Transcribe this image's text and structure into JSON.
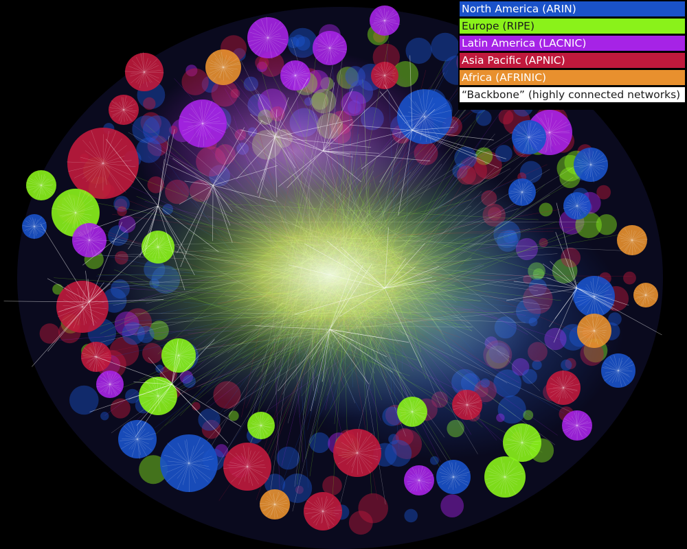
{
  "legend": {
    "items": [
      {
        "label": "North America (ARIN)",
        "color": "#1a52c9",
        "text_color": "#ffffff"
      },
      {
        "label": "Europe (RIPE)",
        "color": "#8af21a",
        "text_color": "#1a1a1a"
      },
      {
        "label": "Latin America (LACNIC)",
        "color": "#a623e6",
        "text_color": "#ffffff"
      },
      {
        "label": "Asia Pacific (APNIC)",
        "color": "#c0193c",
        "text_color": "#ffffff"
      },
      {
        "label": "Africa (AFRINIC)",
        "color": "#e8902e",
        "text_color": "#ffffff"
      },
      {
        "label": "“Backbone” (highly connected networks)",
        "color": "#ffffff",
        "text_color": "#1a1a1a"
      }
    ]
  }
}
